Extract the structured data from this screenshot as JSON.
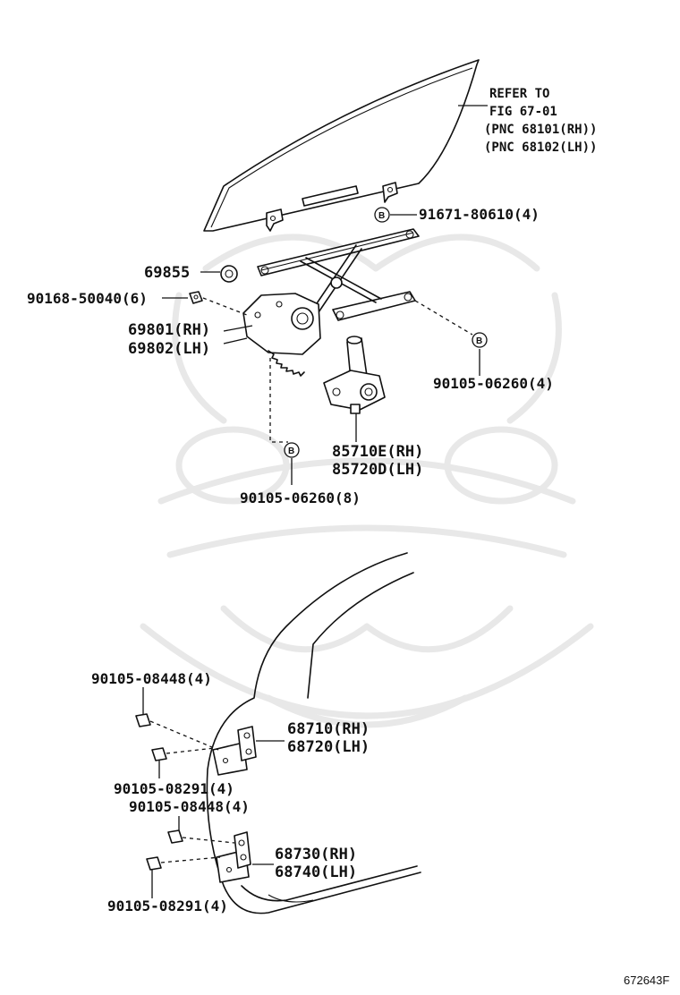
{
  "reference_note": {
    "line1": "REFER TO",
    "line2": "FIG 67-01",
    "line3": "(PNC 68101(RH))",
    "line4": "(PNC 68102(LH))"
  },
  "parts": {
    "p91671": "91671-80610(4)",
    "p69855": "69855",
    "p90168": "90168-50040(6)",
    "p69801": "69801(RH)",
    "p69802": "69802(LH)",
    "p90105_06260_4": "90105-06260(4)",
    "p85710": "85710E(RH)",
    "p85720": "85720D(LH)",
    "p90105_06260_8": "90105-06260(8)",
    "p90105_08448_a": "90105-08448(4)",
    "p68710": "68710(RH)",
    "p68720": "68720(LH)",
    "p90105_08291_a": "90105-08291(4)",
    "p90105_08448_b": "90105-08448(4)",
    "p68730": "68730(RH)",
    "p68740": "68740(LH)",
    "p90105_08291_b": "90105-08291(4)"
  },
  "badge_letter": "B",
  "figure_id": "672643F",
  "colors": {
    "line": "#111111",
    "watermark": "#e8e8e8",
    "background": "#ffffff"
  }
}
